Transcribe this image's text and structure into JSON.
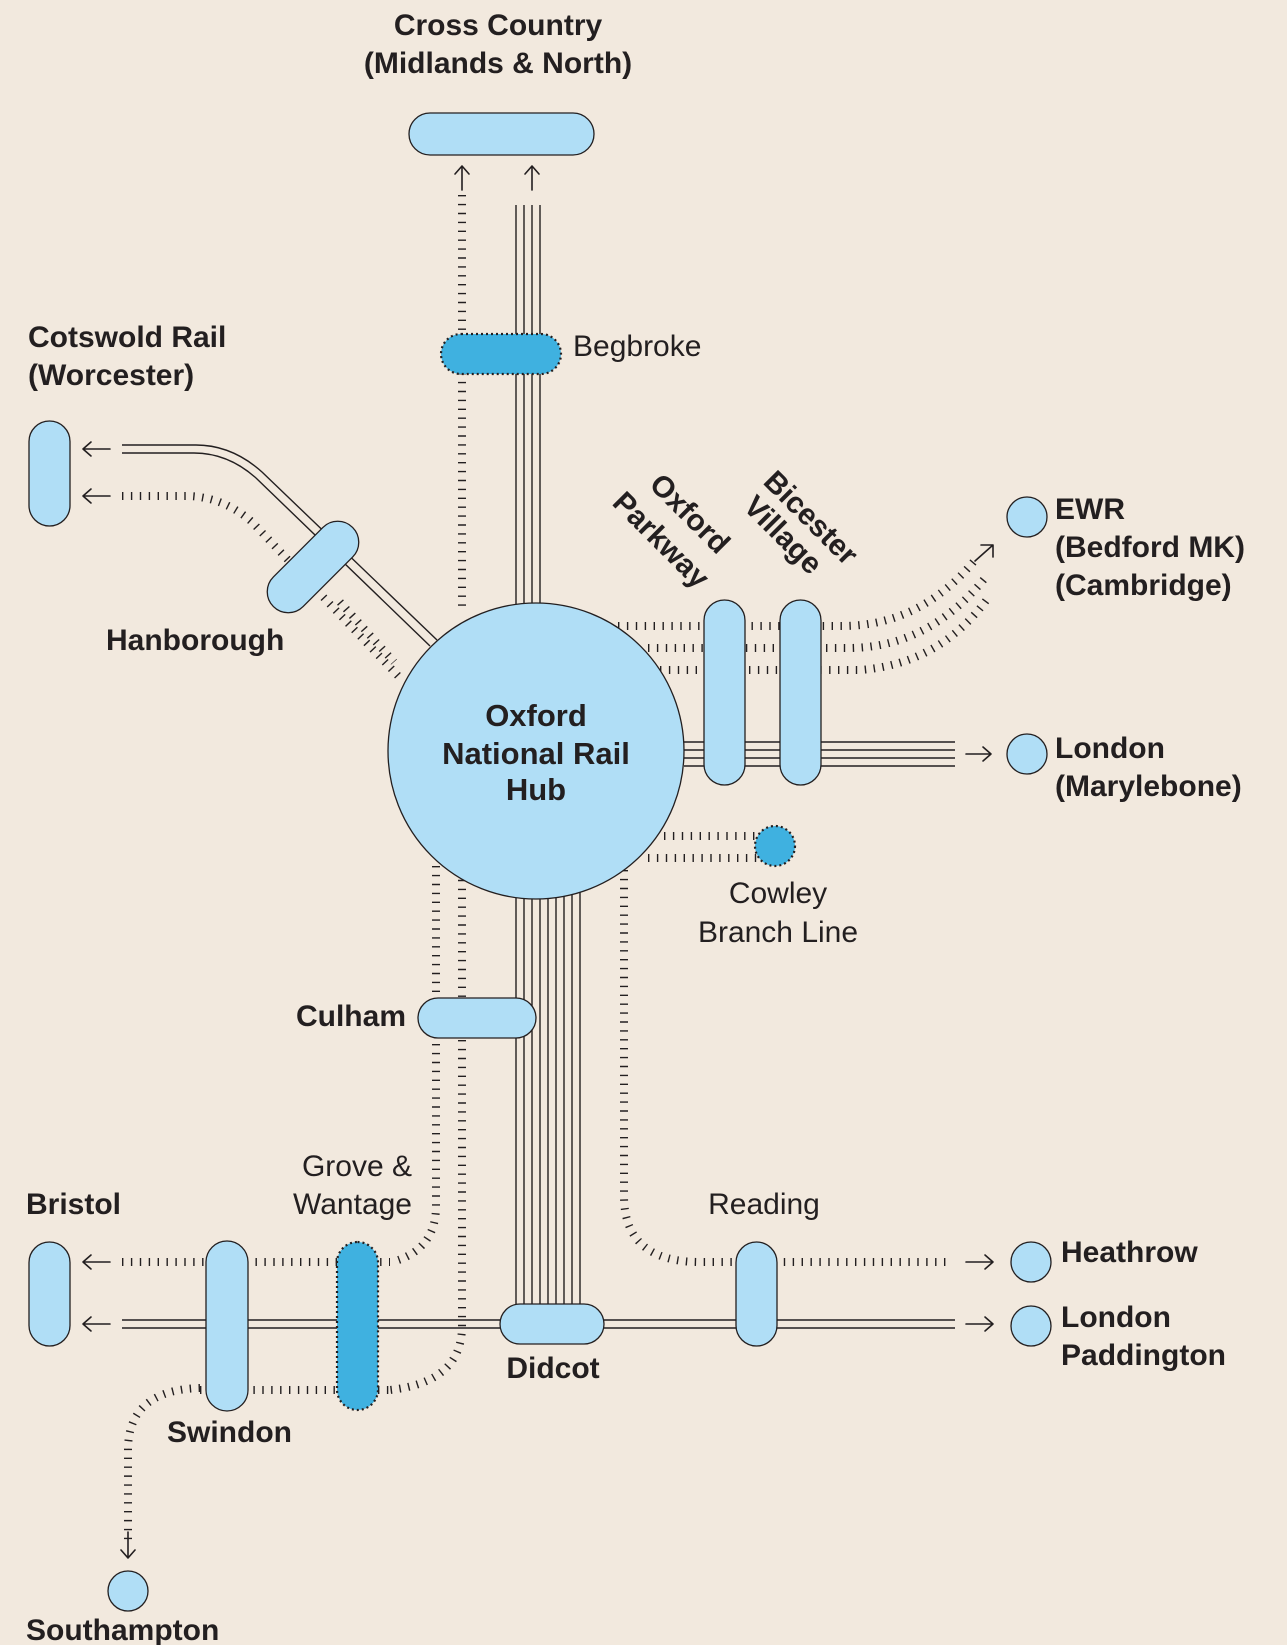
{
  "hub": {
    "lines": [
      "Oxford",
      "National Rail",
      "Hub"
    ]
  },
  "destinations": {
    "cross_country": [
      "Cross Country",
      "(Midlands & North)"
    ],
    "cotswold": [
      "Cotswold Rail",
      "(Worcester)"
    ],
    "ewr": [
      "EWR",
      "(Bedford MK)",
      "(Cambridge)"
    ],
    "marylebone": [
      "London",
      "(Marylebone)"
    ],
    "bristol": "Bristol",
    "southampton": "Southampton",
    "heathrow": "Heathrow",
    "paddington": [
      "London",
      "Paddington"
    ]
  },
  "stations": {
    "begbroke": "Begbroke",
    "hanborough": "Hanborough",
    "oxford_parkway": [
      "Oxford",
      "Parkway"
    ],
    "bicester_village": [
      "Bicester",
      "Village"
    ],
    "cowley": [
      "Cowley",
      "Branch Line"
    ],
    "culham": "Culham",
    "grove_wantage": [
      "Grove &",
      "Wantage"
    ],
    "reading": "Reading",
    "swindon": "Swindon",
    "didcot": "Didcot"
  },
  "legend_semantics": {
    "existing_station_color": "#b0def6",
    "proposed_station_color": "#3fb1e0",
    "background_color": "#f2e9de",
    "existing_line_style": "solid double lines",
    "proposed_line_style": "dotted tie lines"
  }
}
